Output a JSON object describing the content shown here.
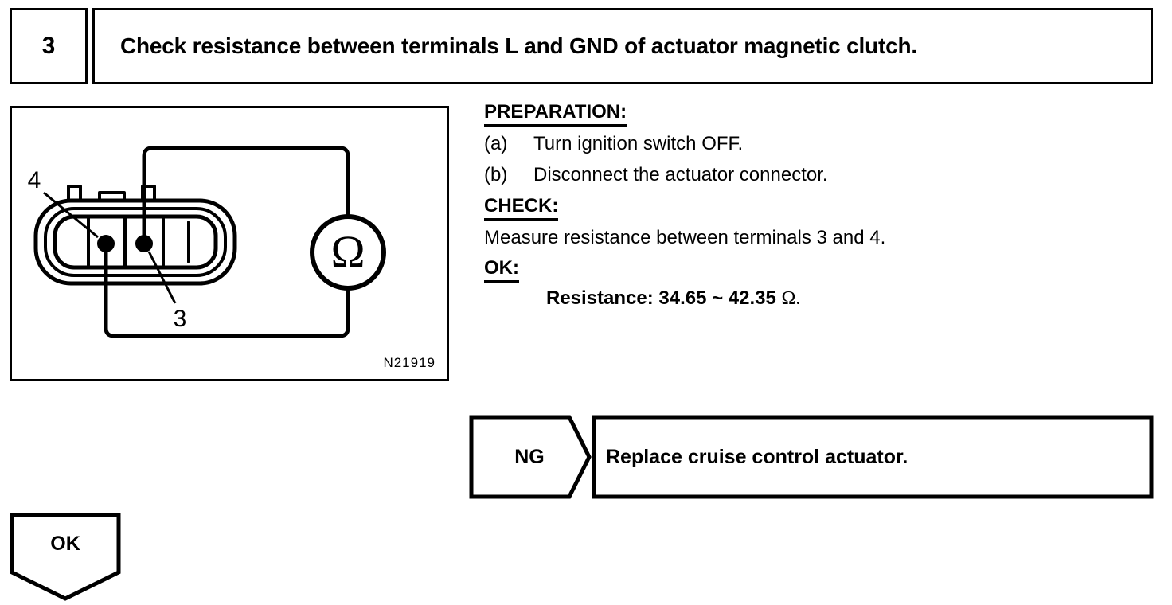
{
  "step": {
    "number": "3",
    "title": "Check resistance between terminals L and GND of actuator magnetic clutch."
  },
  "figure": {
    "code": "N21919",
    "meter_symbol": "Ω",
    "terminal_labels": [
      "4",
      "3"
    ],
    "description": "Actuator connector with ohmmeter connected across terminals 3 and 4"
  },
  "detail": {
    "preparation_heading": "PREPARATION:",
    "preparation_steps": [
      {
        "label": "(a)",
        "text": "Turn ignition switch OFF."
      },
      {
        "label": "(b)",
        "text": "Disconnect the actuator connector."
      }
    ],
    "check_heading": "CHECK:",
    "check_text": "Measure resistance between terminals 3 and 4.",
    "ok_heading": "OK:",
    "spec_label": "Resistance: 34.65 ~ 42.35 ",
    "spec_unit": "Ω."
  },
  "branches": {
    "ng_label": "NG",
    "ng_result": "Replace cruise control actuator.",
    "ok_label": "OK"
  },
  "colors": {
    "ink": "#000000",
    "paper": "#ffffff"
  }
}
